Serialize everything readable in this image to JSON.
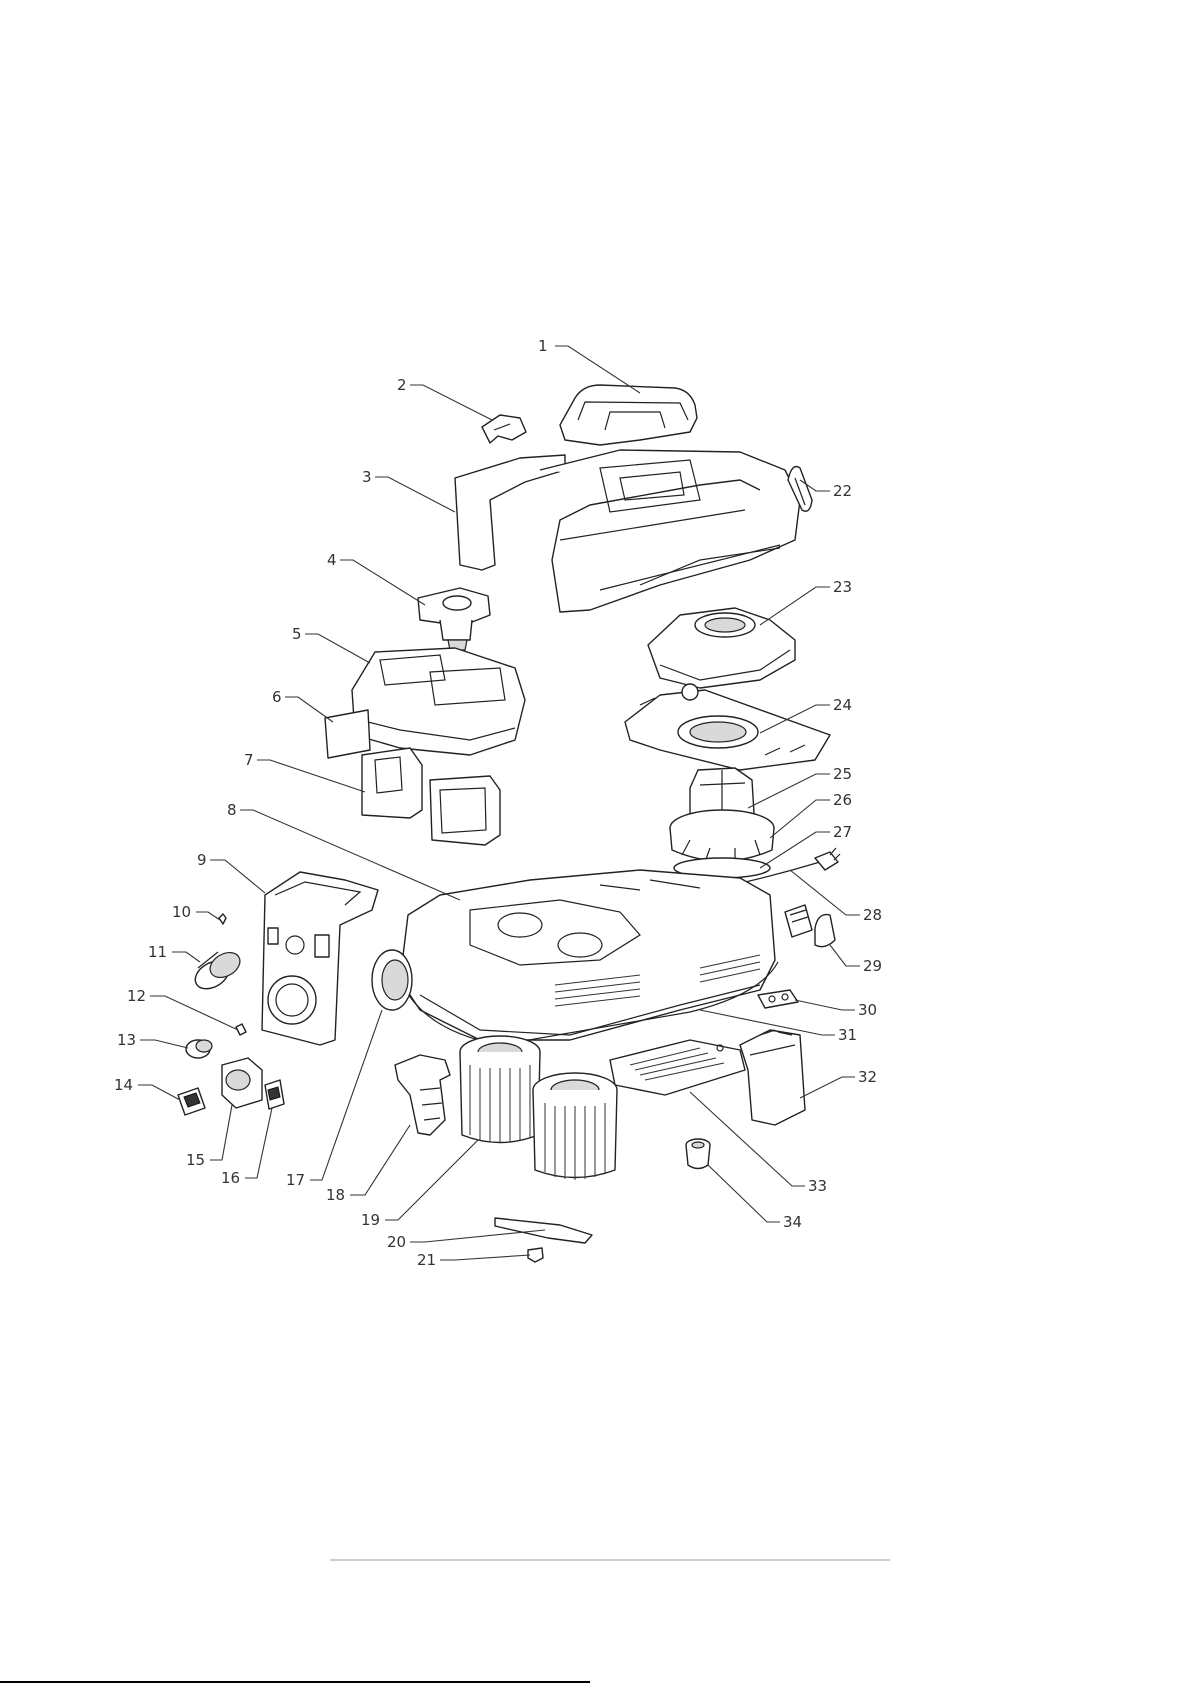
{
  "diagram": {
    "type": "exploded-parts-view",
    "callouts": [
      {
        "id": "1",
        "label": "1",
        "part": "handle"
      },
      {
        "id": "2",
        "label": "2",
        "part": "handle-clip"
      },
      {
        "id": "3",
        "label": "3",
        "part": "top-cover"
      },
      {
        "id": "4",
        "label": "4",
        "part": "valve-block"
      },
      {
        "id": "5",
        "label": "5",
        "part": "tank-lid"
      },
      {
        "id": "6",
        "label": "6",
        "part": "label-plate"
      },
      {
        "id": "7",
        "label": "7",
        "part": "filter-cartridge-left"
      },
      {
        "id": "8",
        "label": "8",
        "part": "base-housing"
      },
      {
        "id": "9",
        "label": "9",
        "part": "control-panel"
      },
      {
        "id": "10",
        "label": "10",
        "part": "screw"
      },
      {
        "id": "11",
        "label": "11",
        "part": "hose-connector"
      },
      {
        "id": "12",
        "label": "12",
        "part": "pin"
      },
      {
        "id": "13",
        "label": "13",
        "part": "knob"
      },
      {
        "id": "14",
        "label": "14",
        "part": "rocker-switch"
      },
      {
        "id": "15",
        "label": "15",
        "part": "socket-cover"
      },
      {
        "id": "16",
        "label": "16",
        "part": "small-switch"
      },
      {
        "id": "17",
        "label": "17",
        "part": "inlet-ring"
      },
      {
        "id": "18",
        "label": "18",
        "part": "float-cage"
      },
      {
        "id": "19",
        "label": "19",
        "part": "pleated-filters"
      },
      {
        "id": "20",
        "label": "20",
        "part": "filter-bracket"
      },
      {
        "id": "21",
        "label": "21",
        "part": "bracket-clip"
      },
      {
        "id": "22",
        "label": "22",
        "part": "latch-ring"
      },
      {
        "id": "23",
        "label": "23",
        "part": "motor-cover"
      },
      {
        "id": "24",
        "label": "24",
        "part": "motor-plate"
      },
      {
        "id": "25",
        "label": "25",
        "part": "motor"
      },
      {
        "id": "26",
        "label": "26",
        "part": "motor-seal"
      },
      {
        "id": "27",
        "label": "27",
        "part": "gasket"
      },
      {
        "id": "28",
        "label": "28",
        "part": "power-cord"
      },
      {
        "id": "29",
        "label": "29",
        "part": "cord-hook"
      },
      {
        "id": "30",
        "label": "30",
        "part": "latch"
      },
      {
        "id": "31",
        "label": "31",
        "part": "bottom-seal"
      },
      {
        "id": "32",
        "label": "32",
        "part": "side-box"
      },
      {
        "id": "33",
        "label": "33",
        "part": "bottom-tray"
      },
      {
        "id": "34",
        "label": "34",
        "part": "caster-bushing"
      }
    ]
  }
}
